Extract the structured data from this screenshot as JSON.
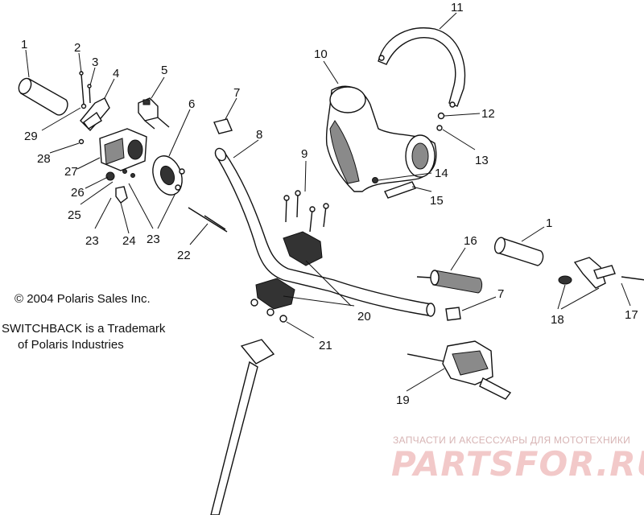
{
  "callouts": [
    {
      "id": "c1a",
      "label": "1"
    },
    {
      "id": "c2",
      "label": "2"
    },
    {
      "id": "c3",
      "label": "3"
    },
    {
      "id": "c4",
      "label": "4"
    },
    {
      "id": "c5",
      "label": "5"
    },
    {
      "id": "c6",
      "label": "6"
    },
    {
      "id": "c7a",
      "label": "7"
    },
    {
      "id": "c8",
      "label": "8"
    },
    {
      "id": "c9",
      "label": "9"
    },
    {
      "id": "c10",
      "label": "10"
    },
    {
      "id": "c11",
      "label": "11"
    },
    {
      "id": "c12",
      "label": "12"
    },
    {
      "id": "c13",
      "label": "13"
    },
    {
      "id": "c14",
      "label": "14"
    },
    {
      "id": "c15",
      "label": "15"
    },
    {
      "id": "c16",
      "label": "16"
    },
    {
      "id": "c1b",
      "label": "1"
    },
    {
      "id": "c7b",
      "label": "7"
    },
    {
      "id": "c17",
      "label": "17"
    },
    {
      "id": "c18",
      "label": "18"
    },
    {
      "id": "c19",
      "label": "19"
    },
    {
      "id": "c20",
      "label": "20"
    },
    {
      "id": "c21",
      "label": "21"
    },
    {
      "id": "c22",
      "label": "22"
    },
    {
      "id": "c23a",
      "label": "23"
    },
    {
      "id": "c24",
      "label": "24"
    },
    {
      "id": "c23b",
      "label": "23"
    },
    {
      "id": "c25",
      "label": "25"
    },
    {
      "id": "c26",
      "label": "26"
    },
    {
      "id": "c27",
      "label": "27"
    },
    {
      "id": "c28",
      "label": "28"
    },
    {
      "id": "c29",
      "label": "29"
    }
  ],
  "copyright": "© 2004 Polaris Sales Inc.",
  "trademark_line1": "SWITCHBACK is a Trademark",
  "trademark_line2": "of Polaris Industries",
  "watermark_small": "ЗАПЧАСТИ И АКСЕССУАРЫ ДЛЯ МОТОТЕХНИКИ",
  "watermark_big": "PARTSFOR.RU"
}
